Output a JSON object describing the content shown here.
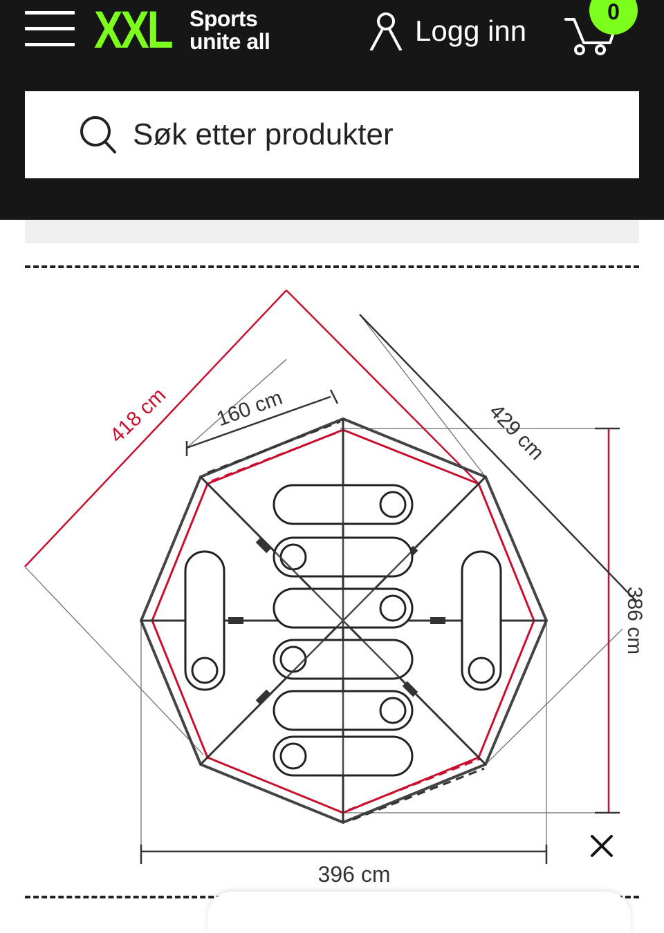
{
  "header": {
    "logo": {
      "mark": "XXL",
      "tagline_line1": "Sports",
      "tagline_line2": "unite all"
    },
    "login_label": "Logg inn",
    "cart_count": "0",
    "accent_color": "#7cff1c",
    "background_color": "#161616"
  },
  "search": {
    "placeholder": "Søk etter produkter",
    "value": ""
  },
  "product_image": {
    "dimensions": {
      "diagonal_left": "418 cm",
      "top_width": "160 cm",
      "diagonal_right": "429 cm",
      "height": "386 cm",
      "width": "396 cm"
    },
    "colors": {
      "outline": "#444444",
      "inner_outline": "#c8102e"
    }
  },
  "overlay": {
    "close_icon": "close-icon"
  }
}
